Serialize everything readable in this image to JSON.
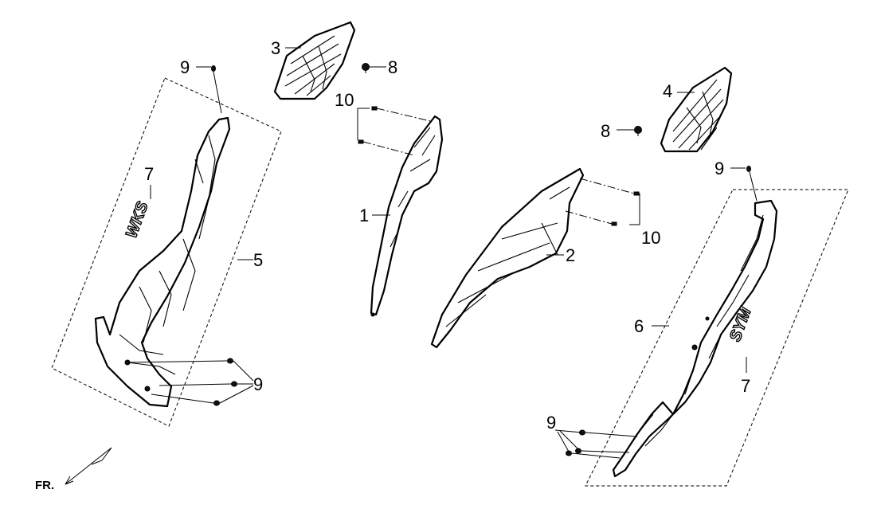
{
  "labels": {
    "part_1": "1",
    "part_2": "2",
    "part_3": "3",
    "part_4": "4",
    "part_5": "5",
    "part_6": "6",
    "part_7_left": "7",
    "part_7_right": "7",
    "part_8_top": "8",
    "part_8_right": "8",
    "part_9_top_left": "9",
    "part_9_bottom_left": "9",
    "part_9_top_right": "9",
    "part_9_bottom_right": "9",
    "part_10_left": "10",
    "part_10_right": "10"
  },
  "logos": {
    "left": "WKS",
    "right": "SYM"
  },
  "front_marker": "FR."
}
